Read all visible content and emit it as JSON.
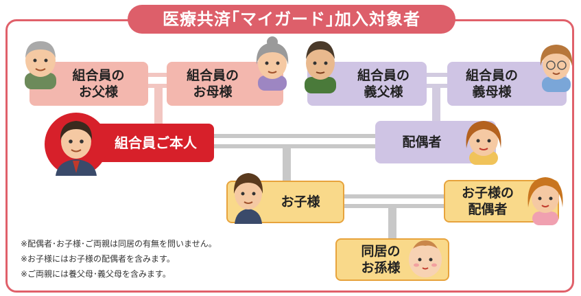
{
  "title": "医療共済｢マイガード｣加入対象者",
  "boxes": {
    "member_father": [
      "組合員の",
      "お父様"
    ],
    "member_mother": [
      "組合員の",
      "お母様"
    ],
    "member_father_in_law": [
      "組合員の",
      "義父様"
    ],
    "member_mother_in_law": [
      "組合員の",
      "義母様"
    ],
    "member_self": "組合員ご本人",
    "spouse": "配偶者",
    "child": "お子様",
    "child_spouse": [
      "お子様の",
      "配偶者"
    ],
    "grandchild": [
      "同居の",
      "お孫様"
    ]
  },
  "notes": [
    "※配偶者･お子様･ご両親は同居の有無を問いません。",
    "※お子様にはお子様の配偶者を含みます。",
    "※ご両親には養父母･義父母を含みます。"
  ],
  "colors": {
    "frame": "#e0606a",
    "member_side": "#f3b7ae",
    "spouse_side": "#cfc4e4",
    "children": "#f9d98a",
    "self": "#d7202a",
    "connector": "#c8c8c8"
  }
}
